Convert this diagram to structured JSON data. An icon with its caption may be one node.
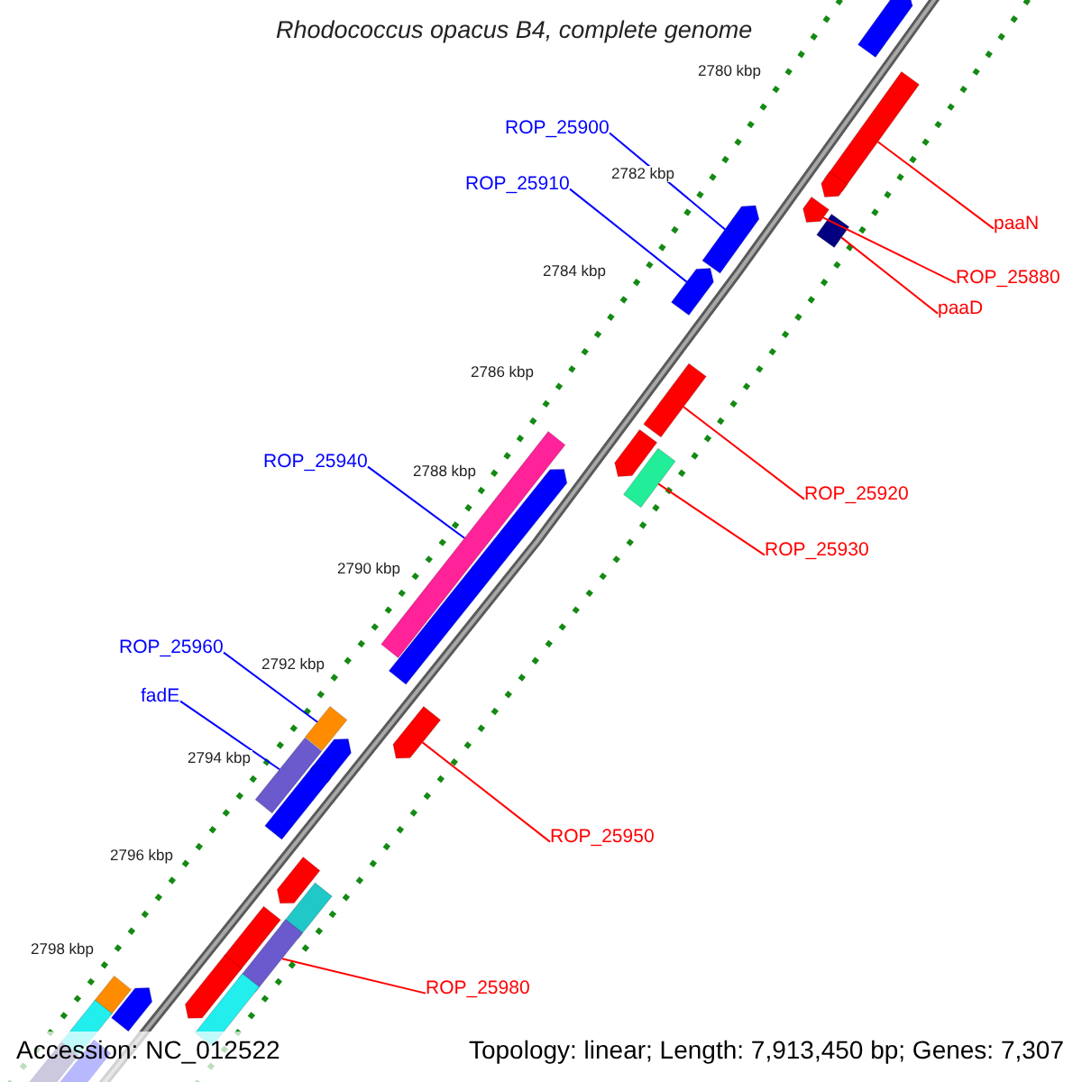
{
  "diagram": {
    "title": "Rhodococcus opacus B4, complete genome",
    "nodes": [
      {
        "text": [
          "ROP_25900"
        ]
      },
      {
        "text": [
          "ROP_25910"
        ]
      },
      {
        "text": [
          "paaN"
        ]
      },
      {
        "text": [
          "ROP_25880"
        ]
      },
      {
        "text": [
          "paaD"
        ]
      },
      {
        "text": [
          "ROP_25940"
        ]
      },
      {
        "text": [
          "ROP_25920"
        ]
      },
      {
        "text": [
          "ROP_25930"
        ]
      },
      {
        "text": [
          "ROP_25960"
        ]
      },
      {
        "text": [
          "fadE"
        ]
      },
      {
        "text": [
          "ROP_25950"
        ]
      },
      {
        "text": [
          "ROP_25980"
        ]
      },
      {
        "text": [],
        "shape": "bar"
      },
      {
        "text": [],
        "shape": "bar"
      },
      {
        "text": [],
        "shape": "bar"
      },
      {
        "text": [],
        "shape": "bar"
      },
      {
        "text": [],
        "shape": "bar"
      },
      {
        "text": [],
        "shape": "bar"
      },
      {
        "text": [],
        "shape": "bar"
      },
      {
        "text": [],
        "shape": "bar"
      },
      {
        "text": [],
        "shape": "bar"
      },
      {
        "text": [],
        "shape": "bar"
      },
      {
        "text": [],
        "shape": "bar"
      },
      {
        "text": [],
        "shape": "bar"
      },
      {
        "text": [],
        "shape": "bar"
      },
      {
        "text": [],
        "shape": "bar"
      },
      {
        "text": [],
        "shape": "bar"
      },
      {
        "text": [],
        "shape": "bar"
      },
      {
        "text": [],
        "shape": "bar"
      },
      {
        "text": [],
        "shape": "bar"
      },
      {
        "text": [],
        "shape": "bar"
      },
      {
        "text": [],
        "shape": "bar"
      },
      {
        "text": [],
        "shape": "bar"
      },
      {
        "text": [],
        "shape": "bar"
      },
      {
        "text": [],
        "shape": "bar"
      },
      {
        "text": [],
        "shape": "bar"
      },
      {
        "text": [],
        "shape": "bar"
      },
      {
        "text": [],
        "shape": "bar"
      },
      {
        "text": [],
        "shape": "bar"
      },
      {
        "text": [],
        "shape": "bar"
      }
    ],
    "edges": [
      {
        "from": 0,
        "to": 17,
        "arrow": "none",
        "color": "#0000ff"
      },
      {
        "from": 1,
        "to": 18,
        "arrow": "none",
        "color": "#0000ff"
      },
      {
        "from": 2,
        "to": 13,
        "arrow": "none",
        "color": "#ff0000"
      },
      {
        "from": 3,
        "to": 15,
        "arrow": "none",
        "color": "#ff0000"
      },
      {
        "from": 4,
        "to": 16,
        "arrow": "none",
        "color": "#ff0000"
      },
      {
        "from": 5,
        "to": 22,
        "arrow": "none",
        "color": "#0000ff"
      },
      {
        "from": 6,
        "to": 19,
        "arrow": "none",
        "color": "#ff0000"
      },
      {
        "from": 7,
        "to": 21,
        "arrow": "none",
        "color": "#ff0000"
      },
      {
        "from": 8,
        "to": 25,
        "arrow": "none",
        "color": "#0000ff"
      },
      {
        "from": 9,
        "to": 27,
        "arrow": "none",
        "color": "#0000ff"
      },
      {
        "from": 10,
        "to": 24,
        "arrow": "none",
        "color": "#ff0000"
      },
      {
        "from": 11,
        "to": 32,
        "arrow": "none",
        "color": "#ff0000"
      }
    ],
    "labels": [
      "2780 kbp",
      "2782 kbp",
      "2784 kbp",
      "2786 kbp",
      "2788 kbp",
      "2790 kbp",
      "2792 kbp",
      "2794 kbp",
      "2796 kbp",
      "2798 kbp",
      "Accession: NC_012522",
      "Topology: linear; Length: 7,913,450 bp; Genes: 7,307"
    ]
  }
}
